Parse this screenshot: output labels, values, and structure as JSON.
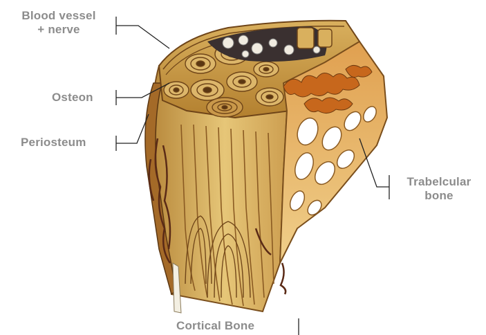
{
  "labels": {
    "blood_vessel": "Blood vessel\n+ nerve",
    "osteon": "Osteon",
    "periosteum": "Periosteum",
    "trabecular": "Trabelcular\nbone",
    "cortical": "Cortical Bone"
  },
  "colors": {
    "bone_light": "#e3bf6e",
    "bone_mid": "#c99a45",
    "bone_dark": "#7a4e1c",
    "spongy": "#c7671c",
    "vessel": "#5a2a16",
    "label_text": "#8c8c8c",
    "leader_line": "#222222"
  }
}
